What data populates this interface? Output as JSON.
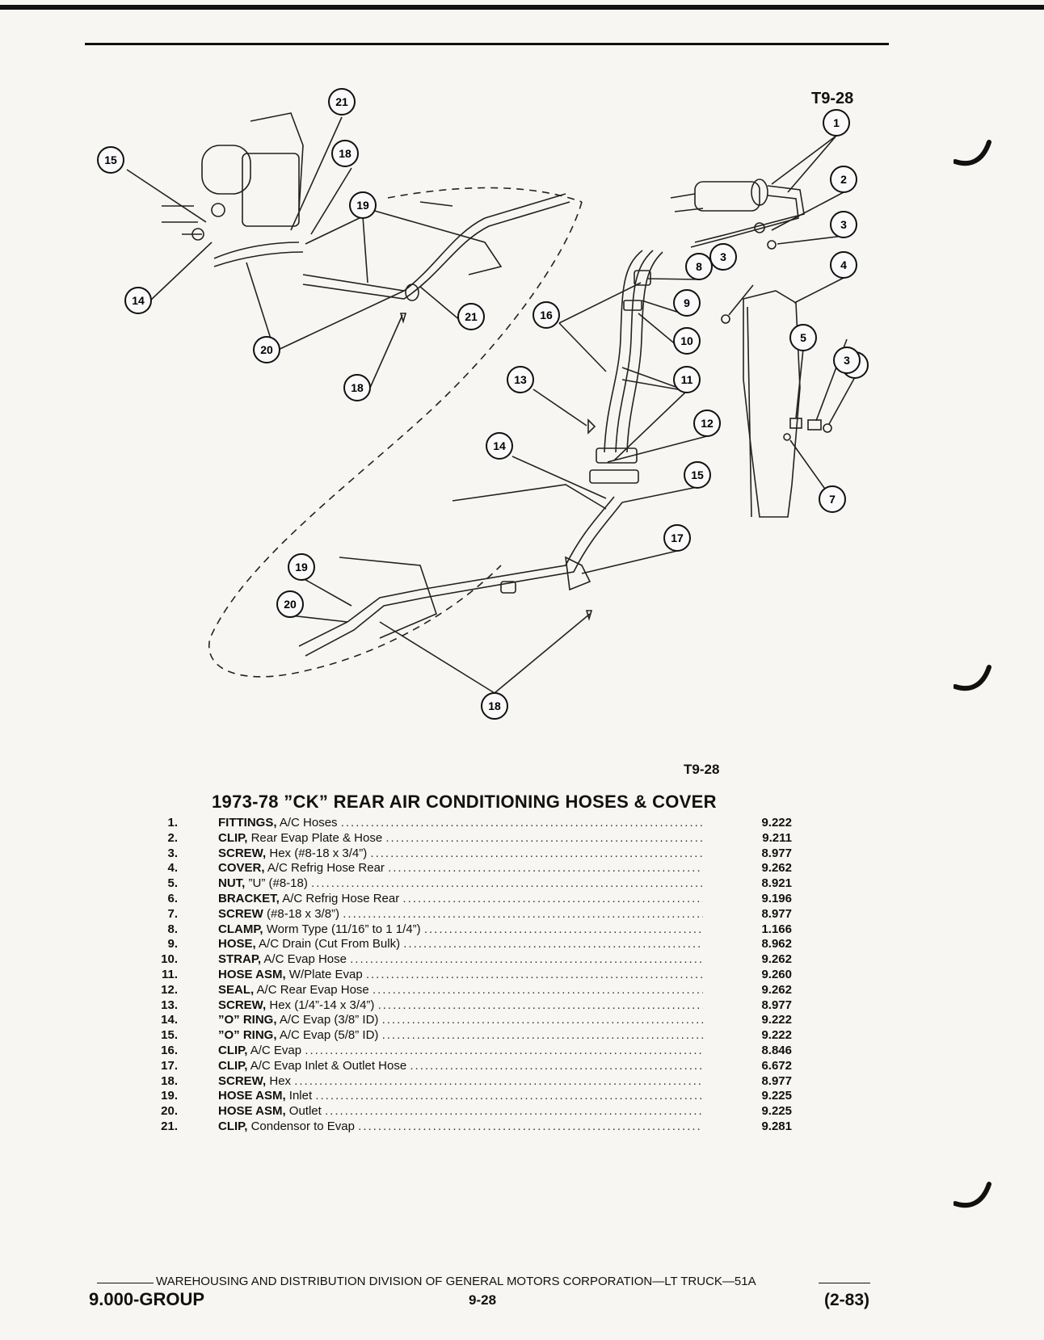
{
  "figure": {
    "ref_top": "T9-28",
    "ref_mid": "T9-28",
    "callouts": [
      "21",
      "15",
      "18",
      "19",
      "14",
      "20",
      "21",
      "18",
      "1",
      "2",
      "3",
      "8",
      "3",
      "4",
      "16",
      "9",
      "10",
      "11",
      "6",
      "5",
      "3",
      "13",
      "12",
      "14",
      "15",
      "7",
      "17",
      "19",
      "20",
      "18"
    ]
  },
  "catalog": {
    "title": "1973-78 ”CK” REAR AIR CONDITIONING HOSES & COVER",
    "parts": [
      {
        "num": "1.",
        "name": "FITTINGS,",
        "desc": "A/C Hoses",
        "group": "9.222"
      },
      {
        "num": "2.",
        "name": "CLIP,",
        "desc": "Rear Evap Plate & Hose",
        "group": "9.211"
      },
      {
        "num": "3.",
        "name": "SCREW,",
        "desc": "Hex (#8-18 x 3/4”)",
        "group": "8.977"
      },
      {
        "num": "4.",
        "name": "COVER,",
        "desc": "A/C Refrig Hose Rear",
        "group": "9.262"
      },
      {
        "num": "5.",
        "name": "NUT,",
        "desc": "”U” (#8-18)",
        "group": "8.921"
      },
      {
        "num": "6.",
        "name": "BRACKET,",
        "desc": "A/C Refrig Hose Rear",
        "group": "9.196"
      },
      {
        "num": "7.",
        "name": "SCREW",
        "desc": "(#8-18 x 3/8”)",
        "group": "8.977"
      },
      {
        "num": "8.",
        "name": "CLAMP,",
        "desc": "Worm Type (11/16” to 1 1/4”)",
        "group": "1.166"
      },
      {
        "num": "9.",
        "name": "HOSE,",
        "desc": "A/C Drain (Cut From Bulk)",
        "group": "8.962"
      },
      {
        "num": "10.",
        "name": "STRAP,",
        "desc": "A/C Evap Hose",
        "group": "9.262"
      },
      {
        "num": "11.",
        "name": "HOSE ASM,",
        "desc": "W/Plate Evap",
        "group": "9.260"
      },
      {
        "num": "12.",
        "name": "SEAL,",
        "desc": "A/C Rear Evap Hose",
        "group": "9.262"
      },
      {
        "num": "13.",
        "name": "SCREW,",
        "desc": "Hex (1/4”-14 x 3/4”)",
        "group": "8.977"
      },
      {
        "num": "14.",
        "name": "”O” RING,",
        "desc": "A/C Evap (3/8” ID)",
        "group": "9.222"
      },
      {
        "num": "15.",
        "name": "”O” RING,",
        "desc": "A/C Evap (5/8” ID)",
        "group": "9.222"
      },
      {
        "num": "16.",
        "name": "CLIP,",
        "desc": "A/C Evap",
        "group": "8.846"
      },
      {
        "num": "17.",
        "name": "CLIP,",
        "desc": "A/C Evap Inlet & Outlet Hose",
        "group": "6.672"
      },
      {
        "num": "18.",
        "name": "SCREW,",
        "desc": "Hex",
        "group": "8.977"
      },
      {
        "num": "19.",
        "name": "HOSE ASM,",
        "desc": "Inlet",
        "group": "9.225"
      },
      {
        "num": "20.",
        "name": "HOSE ASM,",
        "desc": "Outlet",
        "group": "9.225"
      },
      {
        "num": "21.",
        "name": "CLIP,",
        "desc": "Condensor to Evap",
        "group": "9.281"
      }
    ]
  },
  "footer": {
    "line": "WAREHOUSING AND DISTRIBUTION  DIVISION OF GENERAL MOTORS CORPORATION—LT TRUCK—51A",
    "group": "9.000-GROUP",
    "page": "9-28",
    "date": "(2-83)"
  }
}
